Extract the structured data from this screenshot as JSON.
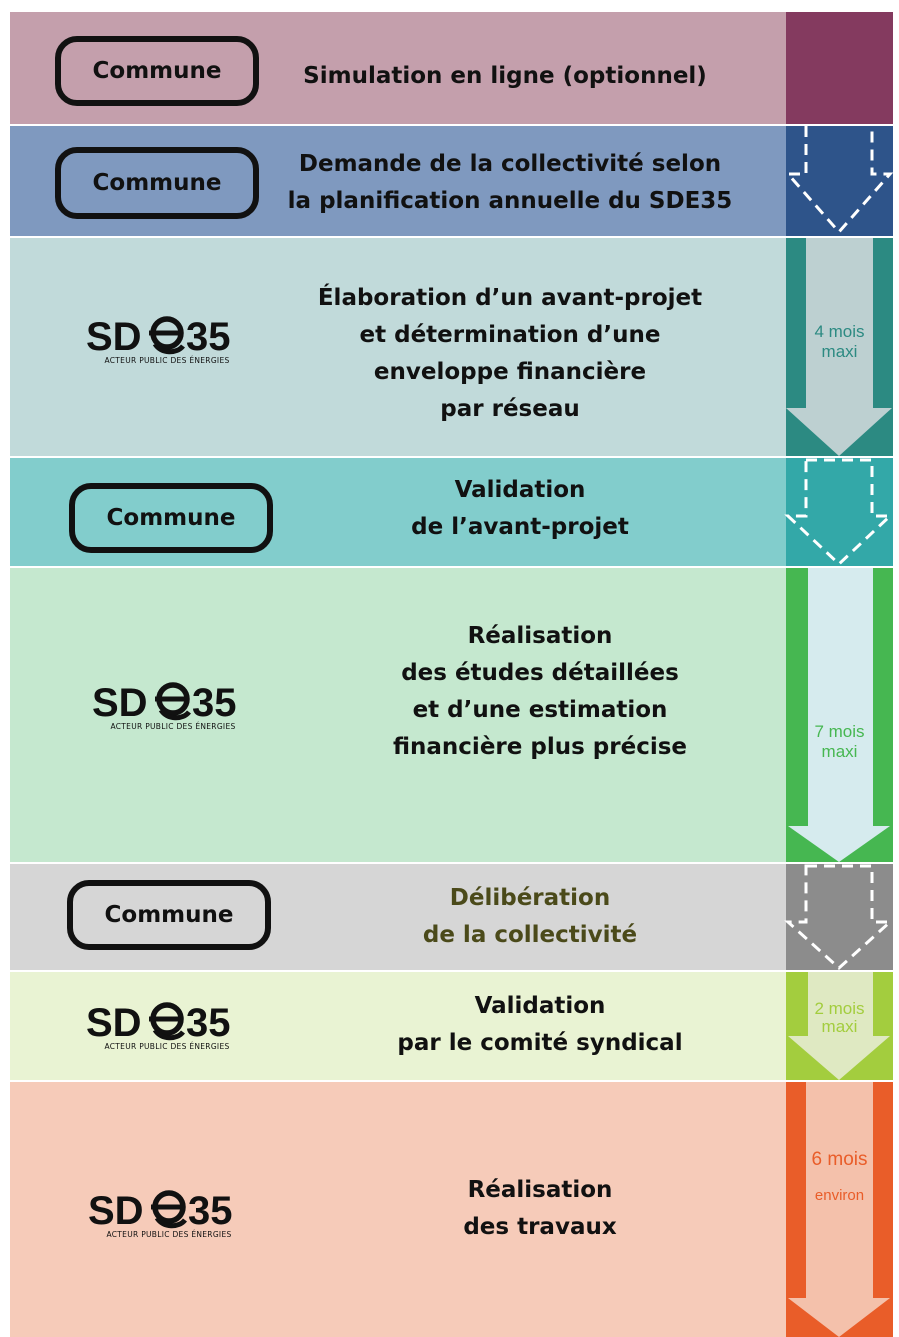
{
  "steps": [
    {
      "actor": "Commune",
      "title": "Simulation en ligne (optionnel)"
    },
    {
      "actor": "Commune",
      "title": "Demande de la collectivité selon\nla planification annuelle du SDE35"
    },
    {
      "actor": "SDE35",
      "title": "Élaboration d’un avant-projet\net détermination d’une\nenveloppe financière\npar réseau",
      "duration": "4 mois\nmaxi"
    },
    {
      "actor": "Commune",
      "title": "Validation\nde l’avant-projet"
    },
    {
      "actor": "SDE35",
      "title": "Réalisation\ndes études détaillées\net d’une estimation\nfinancière plus précise",
      "duration": "7 mois\nmaxi"
    },
    {
      "actor": "Commune",
      "title": "Délibération\nde la collectivité"
    },
    {
      "actor": "SDE35",
      "title": "Validation\npar le comité syndical",
      "duration": "2 mois\nmaxi"
    },
    {
      "actor": "SDE35",
      "title": "Réalisation\ndes travaux",
      "duration_line1": "6 mois",
      "duration_line2": "environ"
    }
  ],
  "logo": {
    "text_left": "SD",
    "text_right": "35",
    "tagline": "ACTEUR PUBLIC DES ÉNERGIES"
  },
  "colors": {
    "row1": "#c49fac",
    "row1_side": "#843a5f",
    "row2": "#7f99bf",
    "row2_side": "#2e548a",
    "row3": "#c1dada",
    "row3_side": "#2c8a82",
    "row4": "#82cdcc",
    "row4_side": "#33a8a8",
    "row5": "#c5e8cf",
    "row5_side": "#46b751",
    "row6": "#d6d6d6",
    "row6_side": "#8c8c8c",
    "row7": "#e9f3d3",
    "row7_side": "#a3cd3e",
    "row8": "#f6cbb9",
    "row8_side": "#e95d29"
  }
}
